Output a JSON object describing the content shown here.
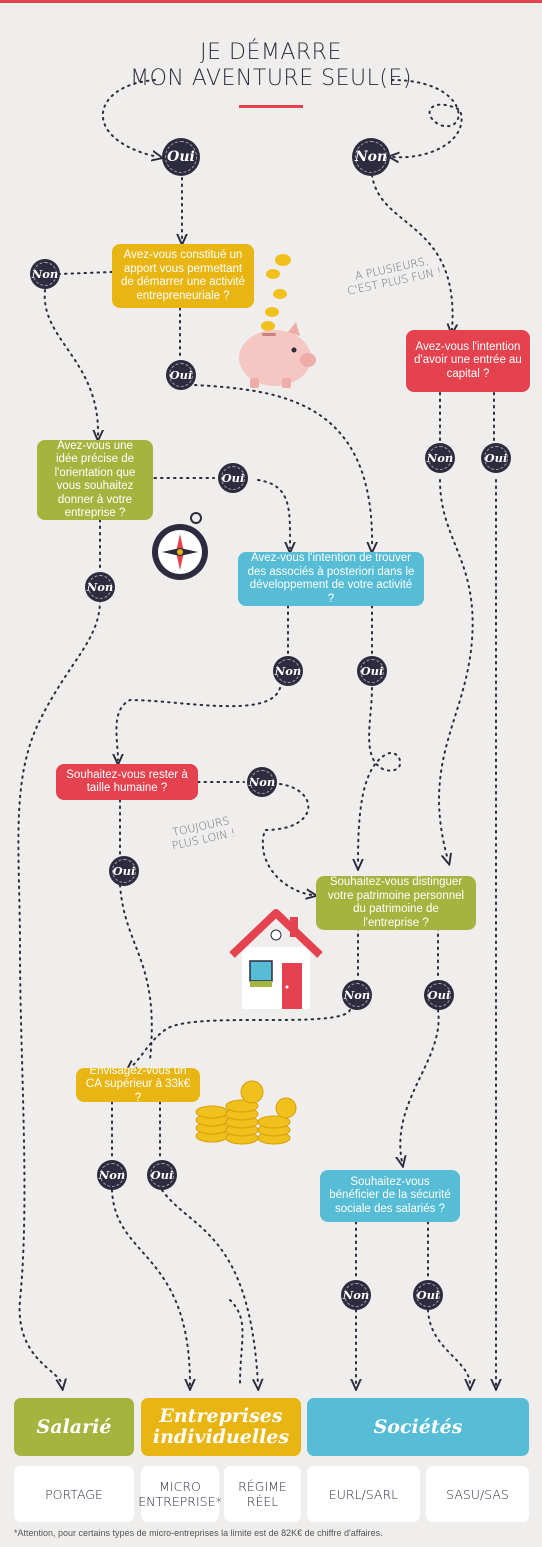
{
  "header": {
    "title_line1": "JE DÉMARRE",
    "title_line2": "MON AVENTURE SEUL(E)"
  },
  "answers": {
    "yes": "Oui",
    "no": "Non"
  },
  "questions": {
    "q1": "Avez-vous constitué un apport vous permettant de démarrer une activité entrepreneuriale ?",
    "q2": "Avez-vous l'intention d'avoir une entrée au capital ?",
    "q3": "Avez-vous une idée précise de l'orientation que vous souhaitez donner à votre entreprise ?",
    "q4": "Avez-vous l'intention de trouver des associés à posteriori dans le développement de votre activité ?",
    "q5": "Souhaitez-vous rester à taille humaine ?",
    "q6": "Souhaitez-vous distinguer votre patrimoine personnel du patrimoine de l'entreprise ?",
    "q7": "Envisagez-vous un CA supérieur à 33k€ ?",
    "q8": "Souhaitez-vous bénéficier de la sécurité sociale des salariés ?"
  },
  "slogans": {
    "plusieurs_1": "A PLUSIEURS,",
    "plusieurs_2": "C'EST PLUS FUN !",
    "toujours_1": "TOUJOURS",
    "toujours_2": "PLUS LOIN !"
  },
  "categories": {
    "salarie": "Salarié",
    "entreprises_1": "Entreprises",
    "entreprises_2": "individuelles",
    "societes": "Sociétés"
  },
  "options": {
    "portage": "PORTAGE",
    "micro_1": "MICRO",
    "micro_2": "ENTREPRISE*",
    "regime_1": "RÉGIME",
    "regime_2": "RÉEL",
    "eurl": "EURL/SARL",
    "sasu": "SASU/SAS"
  },
  "footnote": "*Attention, pour certains types de micro-entreprises la limite est de 82K€ de chiffre d'affaires.",
  "colors": {
    "dark": "#2d2b3e",
    "red": "#e4424f",
    "yellow": "#e9b512",
    "olive": "#a5b43e",
    "blue": "#57bdd6",
    "background": "#efeeec"
  }
}
